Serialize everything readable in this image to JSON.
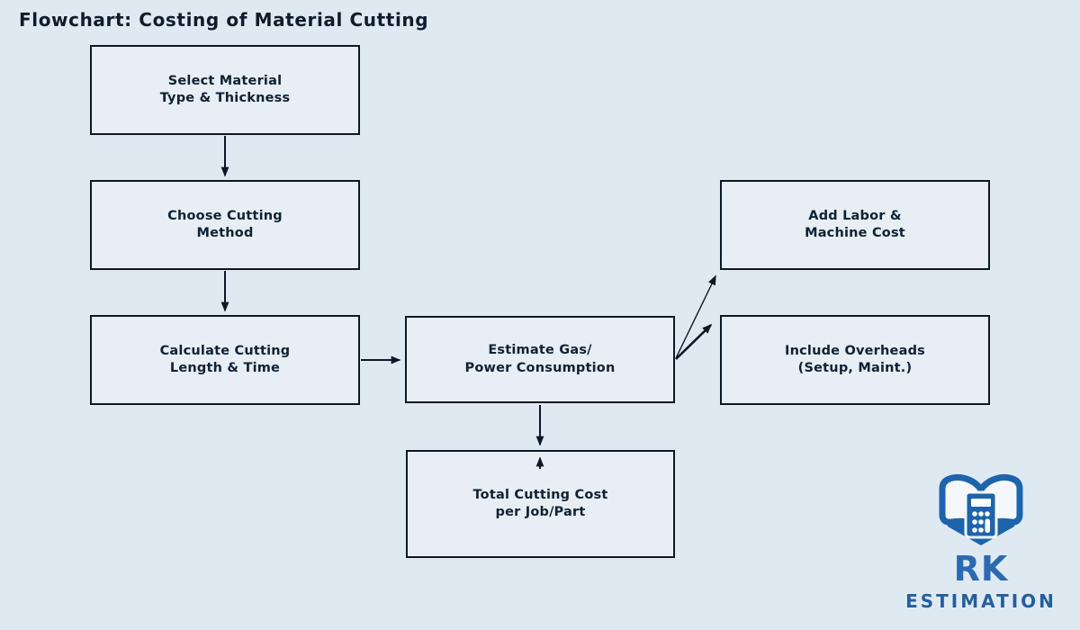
{
  "title": "Flowchart: Costing of Material Cutting",
  "nodes": {
    "select_material": {
      "line1": "Select Material",
      "line2": "Type & Thickness"
    },
    "choose_method": {
      "line1": "Choose Cutting",
      "line2": "Method"
    },
    "calc_length": {
      "line1": "Calculate Cutting",
      "line2": "Length & Time"
    },
    "estimate_gas": {
      "line1": "Estimate Gas/",
      "line2": "Power Consumption"
    },
    "add_labor": {
      "line1": "Add Labor &",
      "line2": "Machine Cost"
    },
    "overheads": {
      "line1": "Include Overheads",
      "line2": "(Setup, Maint.)"
    },
    "total_cost": {
      "line1": "Total Cutting Cost",
      "line2": "per Job/Part"
    }
  },
  "edges": [
    {
      "from": "select_material",
      "to": "choose_method"
    },
    {
      "from": "choose_method",
      "to": "calc_length"
    },
    {
      "from": "calc_length",
      "to": "estimate_gas"
    },
    {
      "from": "estimate_gas",
      "to": "add_labor"
    },
    {
      "from": "estimate_gas",
      "to": "overheads"
    },
    {
      "from": "estimate_gas",
      "to": "total_cost"
    }
  ],
  "logo": {
    "brand": "RK",
    "subtitle": "ESTIMATION",
    "icon": "open-book-calculator-icon"
  },
  "colors": {
    "background": "#dfe9f2",
    "node_fill": "#e7eef5",
    "line": "#0c1826",
    "text": "#0f2133",
    "logo_blue": "#1d64ad",
    "brand_blue": "#2b6ab0",
    "subtitle_blue": "#235f9e"
  }
}
